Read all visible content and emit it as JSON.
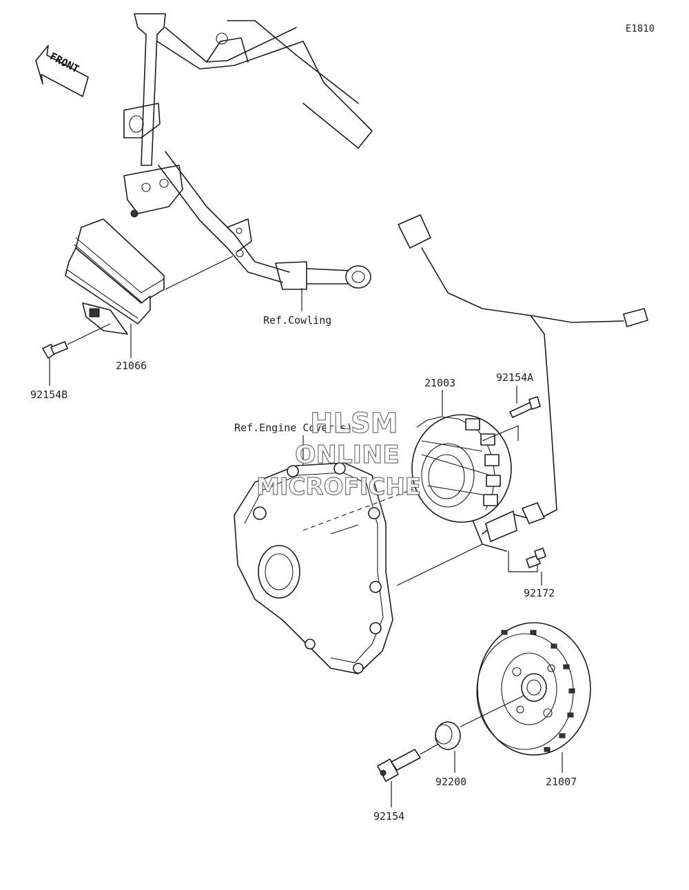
{
  "diagram_code": "E1810",
  "front_label": "FRONT",
  "watermark": {
    "line1": "HLSM",
    "line2": "ONLINE",
    "line3": "MICROFICHE"
  },
  "references": {
    "cowling": "Ref.Cowling",
    "engine_cover": "Ref.Engine Cover(s)"
  },
  "parts": [
    {
      "number": "21066"
    },
    {
      "number": "92154B"
    },
    {
      "number": "21003"
    },
    {
      "number": "92154A"
    },
    {
      "number": "92172"
    },
    {
      "number": "21007"
    },
    {
      "number": "92200"
    },
    {
      "number": "92154"
    }
  ]
}
